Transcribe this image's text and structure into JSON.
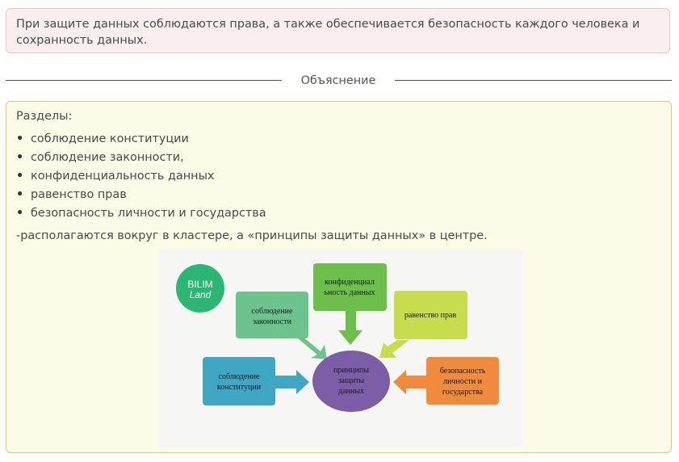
{
  "answer": {
    "text": "При защите данных соблюдаются права, а также обеспечивается безопасность каждого человека и сохранность данных."
  },
  "divider": {
    "label": "Объяснение"
  },
  "explanation": {
    "heading": "Разделы:",
    "bullet_symbol": "•",
    "bullets": [
      "соблюдение конституции",
      "соблюдение законности,",
      "конфиденциальность данных",
      "равенство прав",
      "безопасность личности и государства"
    ],
    "conclusion": "-располагаются вокруг в кластере, а «принципы защиты данных» в центре."
  },
  "diagram": {
    "logo": {
      "line1": "BILIM",
      "line2": "Land",
      "color": "#2bb673"
    },
    "center": {
      "lines": [
        "принципы",
        "защиты",
        "данных"
      ],
      "color": "#7b5ea7"
    },
    "nodes": [
      {
        "lines": [
          "соблюдение",
          "законности"
        ],
        "color": "#6cc38c"
      },
      {
        "lines": [
          "конфиденциал",
          "ьность данных"
        ],
        "color": "#6cbf4a"
      },
      {
        "lines": [
          "равенство прав"
        ],
        "color": "#c9dc4e"
      },
      {
        "lines": [
          "соблюдение",
          "конституции"
        ],
        "color": "#3fa6c4"
      },
      {
        "lines": [
          "безопасность",
          "личности и",
          "государства"
        ],
        "color": "#f08a3c"
      }
    ]
  }
}
